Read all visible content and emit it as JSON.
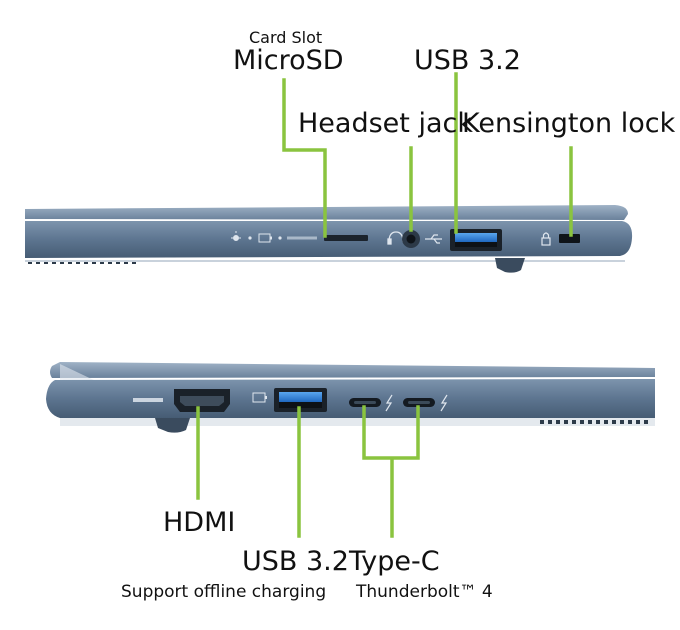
{
  "top_view": {
    "card_slot_caption": "Card Slot",
    "microsd_label": "MicroSD",
    "usb_label": "USB 3.2",
    "headset_label": "Headset jack",
    "kensington_label": "Kensington lock"
  },
  "bottom_view": {
    "hdmi_label": "HDMI",
    "usb_label": "USB 3.2",
    "usb_sub": "Support offline charging",
    "typec_label": "Type-C",
    "typec_sub": "Thunderbolt™ 4"
  },
  "colors": {
    "leader_line": "#8ac43f",
    "chassis": "#5f7894",
    "usb_blue": "#2f7fd6"
  },
  "icons": [
    "light-icon",
    "battery-icon",
    "headset-icon",
    "usb-icon",
    "lock-icon",
    "hdmi-icon",
    "thunderbolt-icon"
  ]
}
